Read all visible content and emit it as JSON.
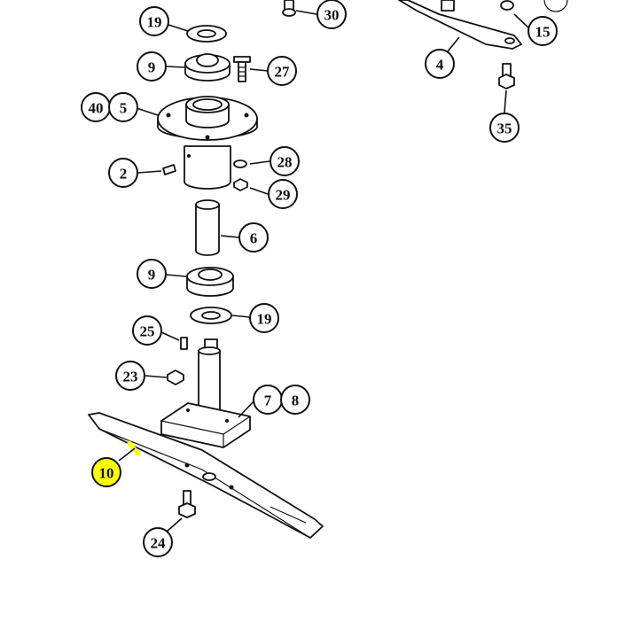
{
  "colors": {
    "line": "#111111",
    "background": "#ffffff",
    "highlight": "#ffff00"
  },
  "callouts": [
    {
      "id": "c19a",
      "label": "19"
    },
    {
      "id": "c30",
      "label": "30"
    },
    {
      "id": "c9a",
      "label": "9"
    },
    {
      "id": "c27",
      "label": "27"
    },
    {
      "id": "c40",
      "label": "40"
    },
    {
      "id": "c5",
      "label": "5"
    },
    {
      "id": "c2",
      "label": "2"
    },
    {
      "id": "c28",
      "label": "28"
    },
    {
      "id": "c29",
      "label": "29"
    },
    {
      "id": "c6",
      "label": "6"
    },
    {
      "id": "c9b",
      "label": "9"
    },
    {
      "id": "c19b",
      "label": "19"
    },
    {
      "id": "c25",
      "label": "25"
    },
    {
      "id": "c23",
      "label": "23"
    },
    {
      "id": "c7",
      "label": "7"
    },
    {
      "id": "c8",
      "label": "8"
    },
    {
      "id": "c10",
      "label": "10",
      "highlighted": true
    },
    {
      "id": "c24",
      "label": "24"
    },
    {
      "id": "c4",
      "label": "4"
    },
    {
      "id": "c15",
      "label": "15"
    },
    {
      "id": "c35",
      "label": "35"
    }
  ]
}
